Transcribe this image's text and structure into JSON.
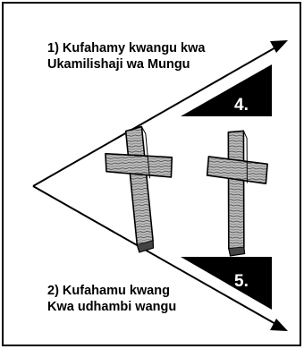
{
  "diagram": {
    "statement_1": {
      "line_1": "1) Kufahamy kwangu kwa",
      "line_2": "Ukamilishaji wa Mungu"
    },
    "statement_2": {
      "line_1": "2) Kufahamu kwang",
      "line_2": "Kwa udhambi wangu"
    },
    "markers": [
      "4.",
      "5."
    ],
    "colors": {
      "stroke": "#000000",
      "wood": "#8c8c8c",
      "marker_fill": "#000000",
      "marker_text": "#ffffff"
    }
  }
}
